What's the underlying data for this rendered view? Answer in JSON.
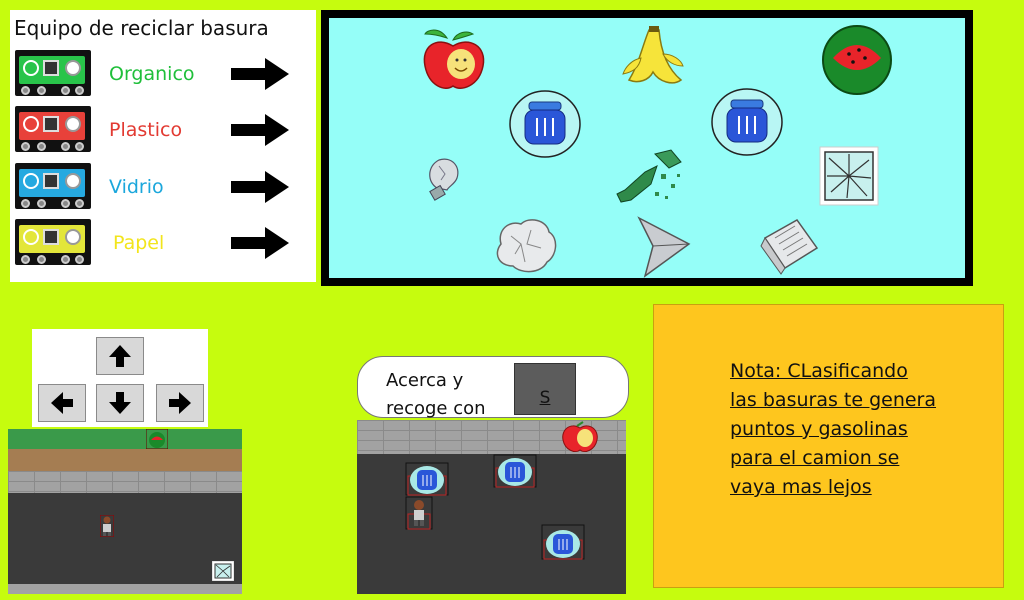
{
  "legend": {
    "title": "Equipo de reciclar basura",
    "items": [
      {
        "label": "Organico",
        "color": "#1fbf3a",
        "truck": "#29c44a"
      },
      {
        "label": "Plastico",
        "color": "#e23a32",
        "truck": "#e8413a"
      },
      {
        "label": "Vidrio",
        "color": "#1ba7dc",
        "truck": "#26a9e0"
      },
      {
        "label": "Papel",
        "color": "#f2e51c",
        "truck": "#e3e63a"
      }
    ]
  },
  "board": {
    "items": [
      "apple-icon",
      "banana-peel-icon",
      "watermelon-icon",
      "plastic-jar-icon",
      "plastic-jar-icon",
      "lightbulb-icon",
      "broken-bottle-icon",
      "broken-glass-icon",
      "crumpled-paper-icon",
      "paper-plane-icon",
      "newspaper-icon"
    ]
  },
  "controls": {
    "keys": [
      "arrow-up-key",
      "arrow-left-key",
      "arrow-down-key",
      "arrow-right-key"
    ]
  },
  "instruction": {
    "text_line1": "Acerca y",
    "text_line2": "recoge con",
    "key": "S"
  },
  "note": {
    "text": "Nota: CLasificando las basuras te genera puntos y gasolinas para el camion se vaya mas lejos"
  },
  "colors": {
    "background": "#c6fc0e",
    "board": "#95fef8",
    "note": "#fec61e"
  }
}
